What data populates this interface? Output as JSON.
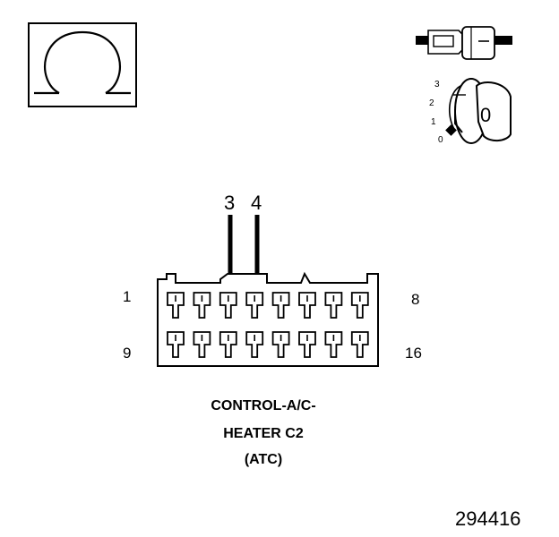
{
  "meter_symbol": "ohm-icon",
  "key_positions": [
    "3",
    "2",
    "1",
    "0"
  ],
  "key_face": "0",
  "probes": [
    "3",
    "4"
  ],
  "connector": {
    "pin_first_top": "1",
    "pin_last_top": "8",
    "pin_first_bottom": "9",
    "pin_last_bottom": "16",
    "rows": 2,
    "cols": 8
  },
  "caption": {
    "line1": "CONTROL-A/C-",
    "line2": "HEATER C2",
    "line3": "(ATC)"
  },
  "figure_number": "294416"
}
